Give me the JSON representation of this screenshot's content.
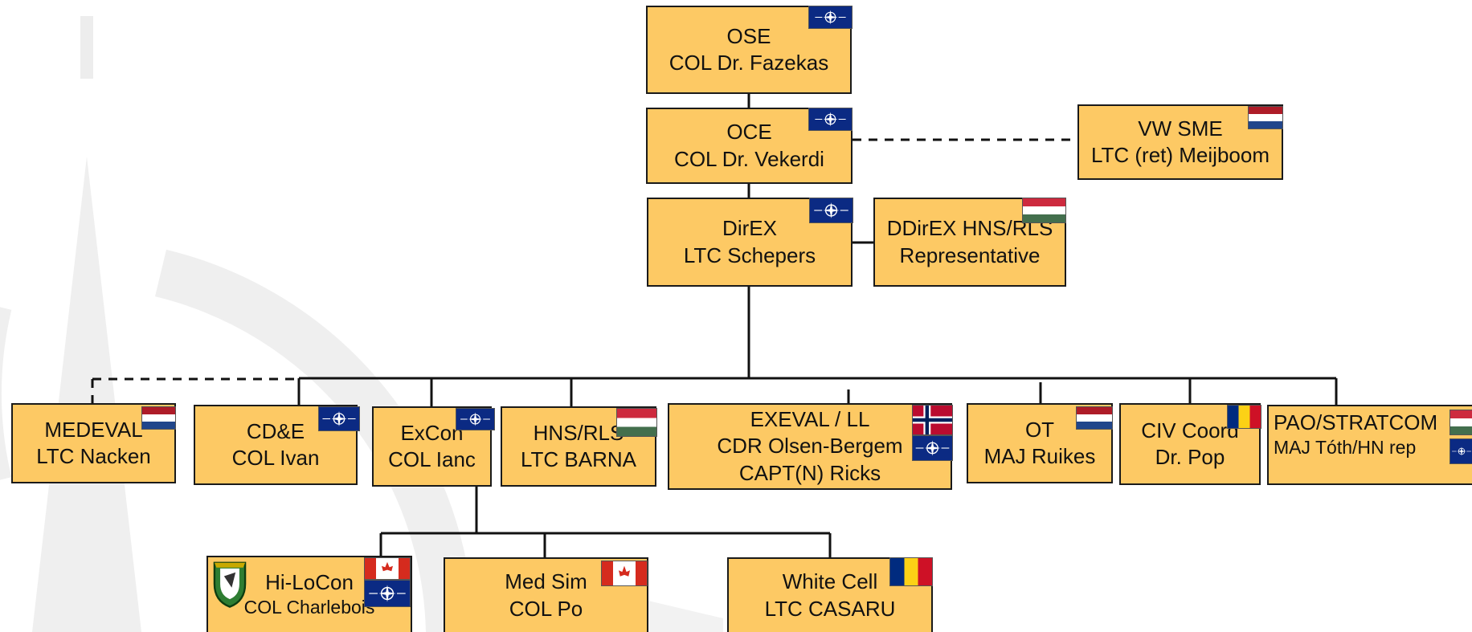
{
  "colors": {
    "box_fill": "#FDC964",
    "box_border": "#1a1a1a",
    "connector": "#111111",
    "watermark": "#EDEDED"
  },
  "icons": {
    "nato_flag": "nato-flag-icon",
    "netherlands_flag": "netherlands-flag-icon",
    "hungary_flag": "hungary-flag-icon",
    "norway_flag": "norway-flag-icon",
    "canada_flag": "canada-flag-icon",
    "romania_flag": "romania-flag-icon",
    "unit_crest": "unit-crest-icon",
    "watermark": "nato-compass-watermark-icon"
  },
  "nodes": {
    "ose": {
      "line1": "OSE",
      "line2": "COL Dr. Fazekas"
    },
    "oce": {
      "line1": "OCE",
      "line2": "COL Dr. Vekerdi"
    },
    "vwsme": {
      "line1": "VW SME",
      "line2": "LTC (ret) Meijboom"
    },
    "direx": {
      "line1": "DirEX",
      "line2": "LTC Schepers"
    },
    "ddirex": {
      "line1": "DDirEX HNS/RLS",
      "line2": "Representative"
    },
    "medeval": {
      "line1": "MEDEVAL",
      "line2": "LTC Nacken"
    },
    "cde": {
      "line1": "CD&E",
      "line2": "COL Ivan"
    },
    "excon": {
      "line1": "ExCon",
      "line2": "COL Ianc"
    },
    "hnsrls": {
      "line1": "HNS/RLS",
      "line2": "LTC BARNA"
    },
    "exeval": {
      "line1": "EXEVAL  / LL",
      "line2": "CDR Olsen-Bergem",
      "line3": "CAPT(N) Ricks"
    },
    "ot": {
      "line1": "OT",
      "line2": "MAJ Ruikes"
    },
    "civ": {
      "line1": "CIV Coord",
      "line2": "Dr. Pop"
    },
    "pao": {
      "line1": "PAO/STRATCOM",
      "line2": "MAJ Tóth/HN rep"
    },
    "hilocon": {
      "line1": "Hi-LoCon",
      "line2": "COL Charlebois"
    },
    "medsim": {
      "line1": "Med Sim",
      "line2": "COL Po"
    },
    "whitecell": {
      "line1": "White Cell",
      "line2": "LTC CASARU"
    }
  }
}
